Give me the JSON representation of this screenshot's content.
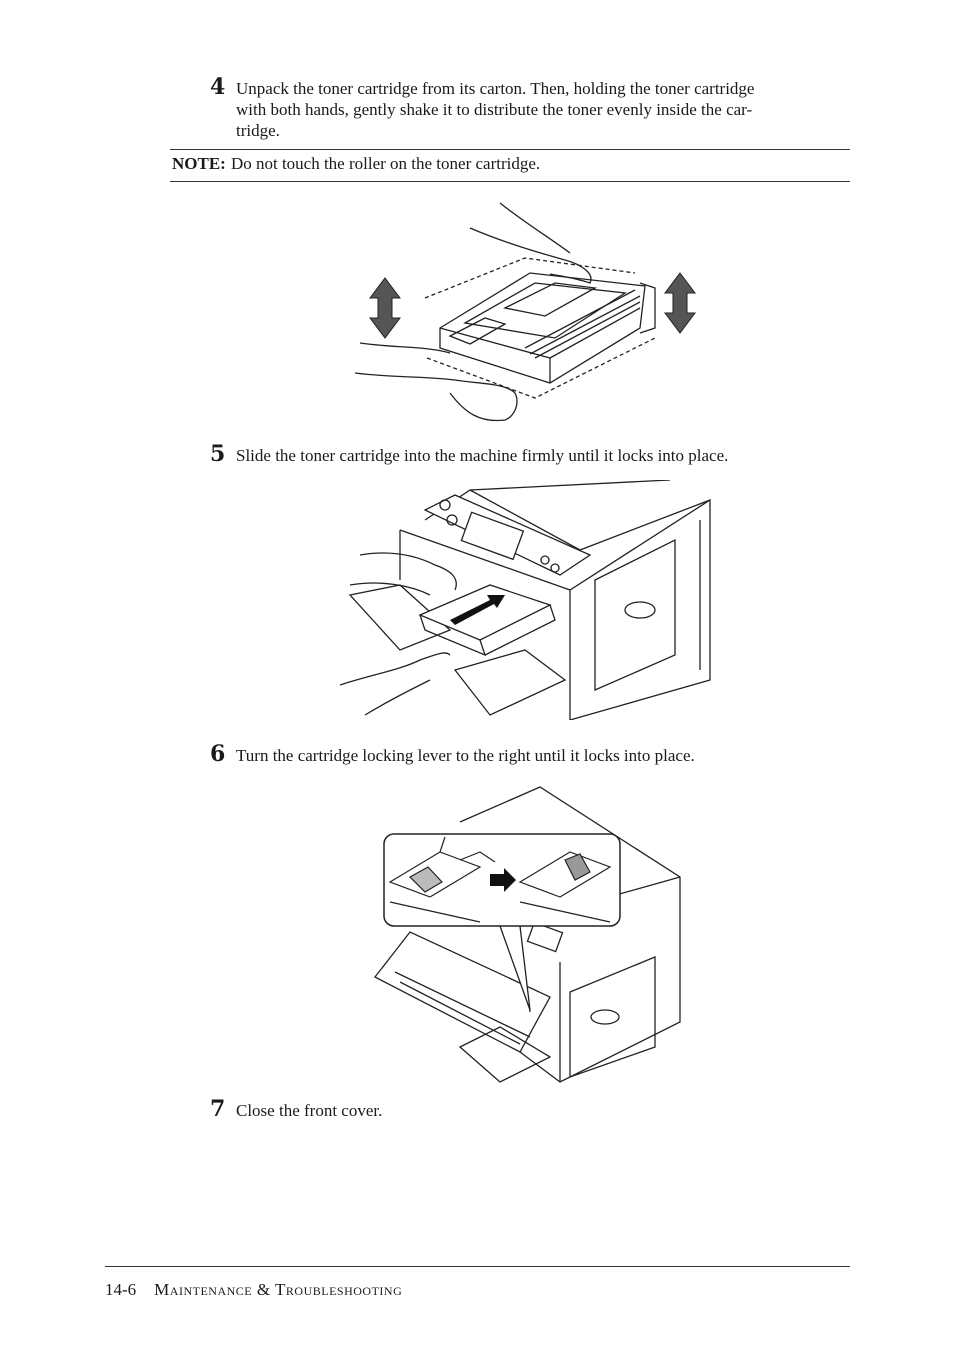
{
  "steps": [
    {
      "number": "4",
      "lines": [
        "Unpack the toner cartridge from its carton. Then, holding the toner cartridge",
        "with both hands, gently shake it to distribute the toner evenly inside the car-",
        "tridge."
      ]
    },
    {
      "number": "5",
      "text": "Slide the toner cartridge into the machine firmly until it locks into place."
    },
    {
      "number": "6",
      "text": "Turn the cartridge locking lever to the right until it locks into place."
    },
    {
      "number": "7",
      "text": "Close the front cover."
    }
  ],
  "note": {
    "label": "NOTE:",
    "text": "Do not touch the roller on the toner cartridge."
  },
  "footer": {
    "page_number": "14-6",
    "section_title": "Maintenance & Troubleshooting"
  }
}
